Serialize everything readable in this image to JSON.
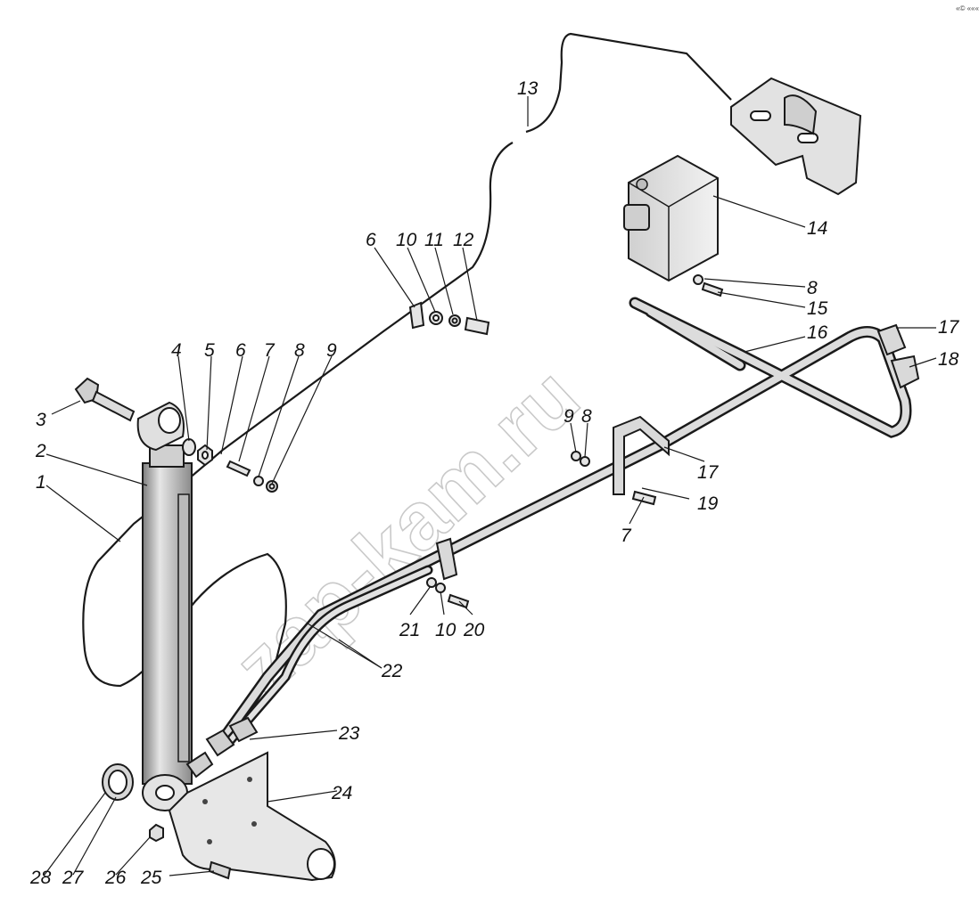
{
  "watermark": "zap-kam.ru",
  "corner_mark": "«© «««",
  "callouts": [
    "1",
    "2",
    "3",
    "4",
    "5",
    "6",
    "7",
    "8",
    "9",
    "6",
    "10",
    "11",
    "12",
    "13",
    "14",
    "8",
    "15",
    "16",
    "17",
    "18",
    "9",
    "8",
    "17",
    "19",
    "7",
    "21",
    "10",
    "20",
    "22",
    "23",
    "24",
    "25",
    "26",
    "27",
    "28"
  ],
  "colors": {
    "line": "#1a1a1a",
    "part_fill": "#d9d9d9",
    "part_dark": "#9a9a9a",
    "watermark": "#b8b8b8"
  }
}
